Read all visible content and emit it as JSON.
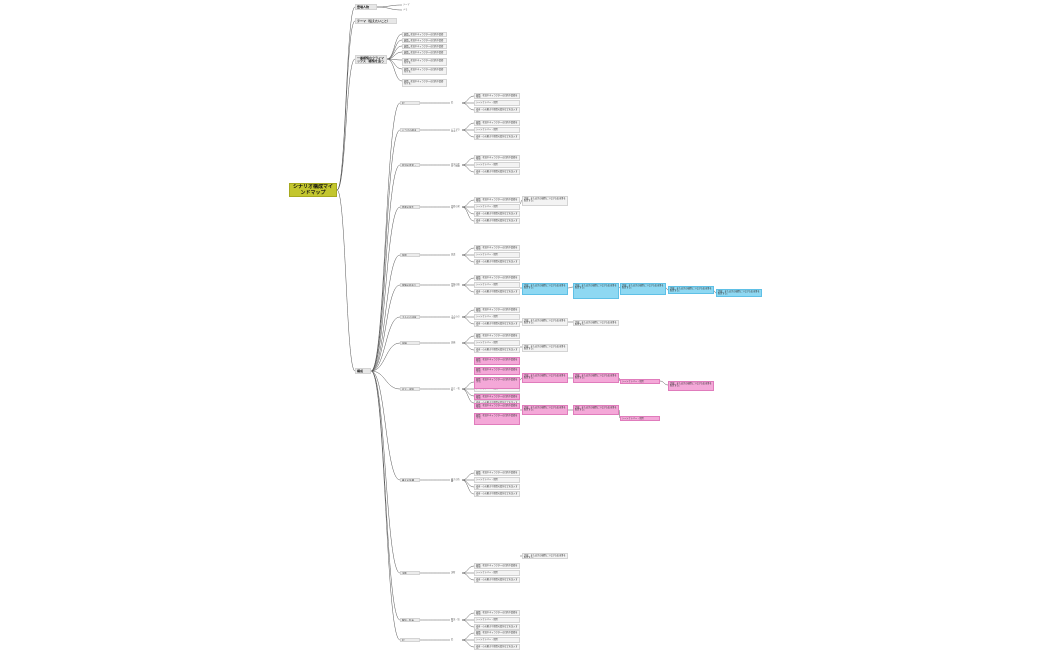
{
  "title": "シナリオ構成マインドマップ",
  "colors": {
    "root": "#c3c62e",
    "blue": "#8ed8f2",
    "pink": "#f4a8d8"
  },
  "branches": {
    "top1": "登場人物",
    "top2": "テーマ（伝えたいこと）",
    "top3": "一番感情のクライマックス（感情を追ってもらう）",
    "main": "構成"
  },
  "section_labels": [
    "起",
    "ドラマの始まり",
    "状況の変化・新展開",
    "葛藤の発生",
    "混迷",
    "冒険の始まり",
    "主人公の決意",
    "試練",
    "対立・攻防",
    "最大の危機",
    "決断",
    "解決・結末"
  ],
  "leaf_text": "展開、状況やキャラクターの目的や葛藤を示す。",
  "leaf_text2": "シーンナンバー・場所",
  "leaf_text3": "内容・心の動きや感情の変化などを記入する。",
  "side_note": "伏線、または次の展開につながる出来事を配置する。",
  "plain_a": "テーマ",
  "plain_b": "メモ"
}
